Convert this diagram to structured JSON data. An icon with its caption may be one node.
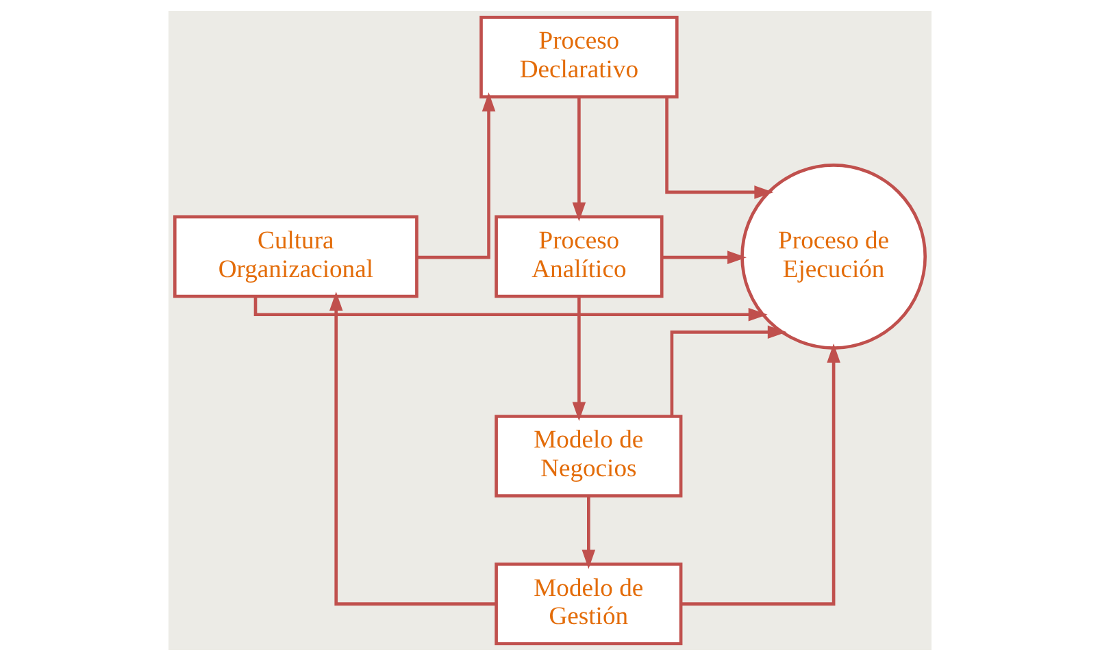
{
  "diagram": {
    "nodes": [
      {
        "text": [
          "Proceso Declarativo"
        ]
      },
      {
        "text": [
          "Proceso Analítico"
        ]
      },
      {
        "text": [
          "Modelo de Negocios"
        ]
      },
      {
        "text": [
          "Proceso de Ejecución"
        ]
      },
      {
        "text": [
          "Cultura Organizacional"
        ]
      },
      {
        "text": [
          "Modelo de Gestión"
        ]
      }
    ],
    "edges": [
      {
        "from": 0,
        "to": 1,
        "arrow": "to"
      },
      {
        "from": 0,
        "to": 3,
        "arrow": "to"
      },
      {
        "from": 1,
        "to": 3,
        "arrow": "to"
      },
      {
        "from": 1,
        "to": 2,
        "arrow": "to"
      },
      {
        "from": 2,
        "to": 3,
        "arrow": "to"
      },
      {
        "from": 2,
        "to": 5,
        "arrow": "to"
      },
      {
        "from": 4,
        "to": 0,
        "arrow": "to"
      },
      {
        "from": 4,
        "to": 3,
        "arrow": "to"
      },
      {
        "from": 5,
        "to": 3,
        "arrow": "to"
      },
      {
        "from": 5,
        "to": 4,
        "arrow": "to"
      }
    ]
  }
}
